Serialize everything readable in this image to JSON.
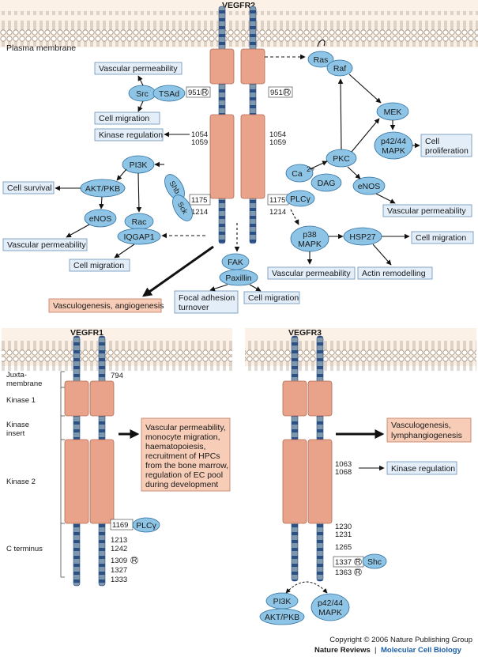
{
  "panels": {
    "vegfr2": {
      "title": "VEGFR2",
      "membrane_label": "Plasma membrane",
      "sites": {
        "y951_left": "951",
        "y951_right": "951",
        "y1054_left": "1054",
        "y1059_left": "1059",
        "y1054_right": "1054",
        "y1059_right": "1059",
        "y1175_left": "1175",
        "y1175_right": "1175",
        "y1214_left": "1214",
        "y1214_right": "1214",
        "r_mark": "R"
      },
      "nodes": {
        "src": "Src",
        "tsad": "TSAd",
        "pi3k": "PI3K",
        "akt": "AKT/PKB",
        "enos_left": "eNOS",
        "rac": "Rac",
        "iqgap1": "IQGAP1",
        "shb": "Shb",
        "sck": "Sck",
        "fak": "FAK",
        "paxillin": "Paxillin",
        "ras": "Ras",
        "raf": "Raf",
        "mek": "MEK",
        "erk_line1": "p42/44",
        "erk_line2": "MAPK",
        "pkc": "PKC",
        "ca": "Ca",
        "ca_sup": "2+",
        "dag": "DAG",
        "enos_right": "eNOS",
        "plcg": "PLCγ",
        "p38_line1": "p38",
        "p38_line2": "MAPK",
        "hsp27": "HSP27"
      },
      "outcomes": {
        "vasc_perm_top": "Vascular permeability",
        "cell_migration_top": "Cell migration",
        "kinase_regulation": "Kinase regulation",
        "cell_survival": "Cell survival",
        "vasc_perm_left": "Vascular permeability",
        "cell_migration_left": "Cell migration",
        "vasculo_angio": "Vasculogenesis, angiogenesis",
        "focal_line1": "Focal adhesion",
        "focal_line2": "turnover",
        "cell_migration_fak": "Cell migration",
        "cell_prolif_line1": "Cell",
        "cell_prolif_line2": "proliferation",
        "vasc_perm_enos": "Vascular permeability",
        "cell_migration_hsp": "Cell migration",
        "vasc_perm_p38": "Vascular permeability",
        "actin_remodelling": "Actin remodelling"
      }
    },
    "vegfr1": {
      "title": "VEGFR1",
      "domains": {
        "juxta_line1": "Juxta-",
        "juxta_line2": "membrane",
        "kinase1": "Kinase 1",
        "kinase_insert_line1": "Kinase",
        "kinase_insert_line2": "insert",
        "kinase2": "Kinase 2",
        "cterm": "C terminus"
      },
      "sites": {
        "y794": "794",
        "y1169": "1169",
        "y1213": "1213",
        "y1242": "1242",
        "y1309": "1309",
        "y1327": "1327",
        "y1333": "1333",
        "r_mark": "R"
      },
      "nodes": {
        "plcg": "PLCγ"
      },
      "outcome_lines": [
        "Vascular permeability,",
        "monocyte migration,",
        "haematopoiesis,",
        "recruitment of HPCs",
        "from the bone marrow,",
        "regulation of EC pool",
        "during development"
      ]
    },
    "vegfr3": {
      "title": "VEGFR3",
      "sites": {
        "y1063": "1063",
        "y1068": "1068",
        "y1230": "1230",
        "y1231": "1231",
        "y1265": "1265",
        "y1337": "1337",
        "y1363": "1363",
        "r_mark": "R"
      },
      "nodes": {
        "shc": "Shc",
        "pi3k": "PI3K",
        "akt": "AKT/PKB",
        "erk_line1": "p42/44",
        "erk_line2": "MAPK"
      },
      "outcomes": {
        "vasculo_line1": "Vasculogenesis,",
        "vasculo_line2": "lymphangiogenesis",
        "kinase_regulation": "Kinase regulation"
      }
    }
  },
  "footer": {
    "copyright": "Copyright © 2006 Nature Publishing Group",
    "journal": "Nature Reviews",
    "separator": "|",
    "subjournal": "Molecular Cell Biology"
  },
  "colors": {
    "membrane": "#f3e3d0",
    "node_fill": "#8ec5e6",
    "node_stroke": "#2f6f9f",
    "outcome_box_fill": "#e3eef9",
    "outcome_box_stroke": "#6a8fb5",
    "highlight_box_fill": "#f7cdb8",
    "highlight_box_stroke": "#c07b62",
    "kinase_fill": "#e9a38a",
    "rod_fill": "#7f97aa",
    "rod_stripe": "#2c4f86",
    "journal_accent": "#1a5da8"
  }
}
